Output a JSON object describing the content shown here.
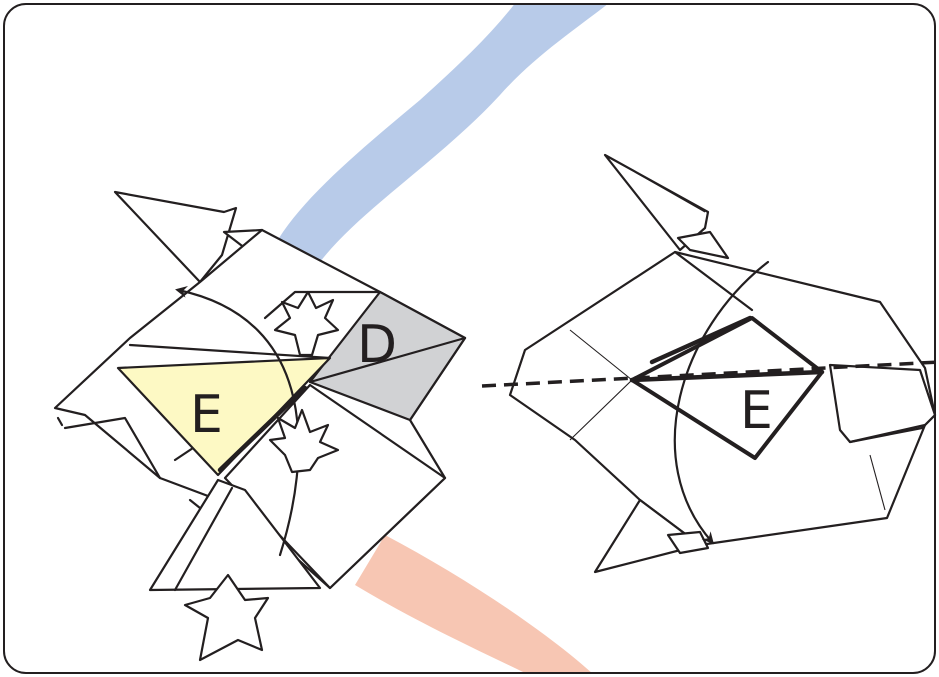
{
  "labels": {
    "left_flap_e": "E",
    "left_flap_d": "D",
    "right_flap_e": "E"
  },
  "colors": {
    "frame": "#231f20",
    "flap_e": "#fdf9c4",
    "flap_d": "#d1d2d4",
    "band_blue": "#b8cbe9",
    "band_salmon": "#f7c6b3"
  },
  "icons": {
    "fold_arrow": "curved-arrow-icon",
    "press_arrow": "hollow-arrow-icon",
    "fold_line": "dashed-valley-fold-line"
  }
}
